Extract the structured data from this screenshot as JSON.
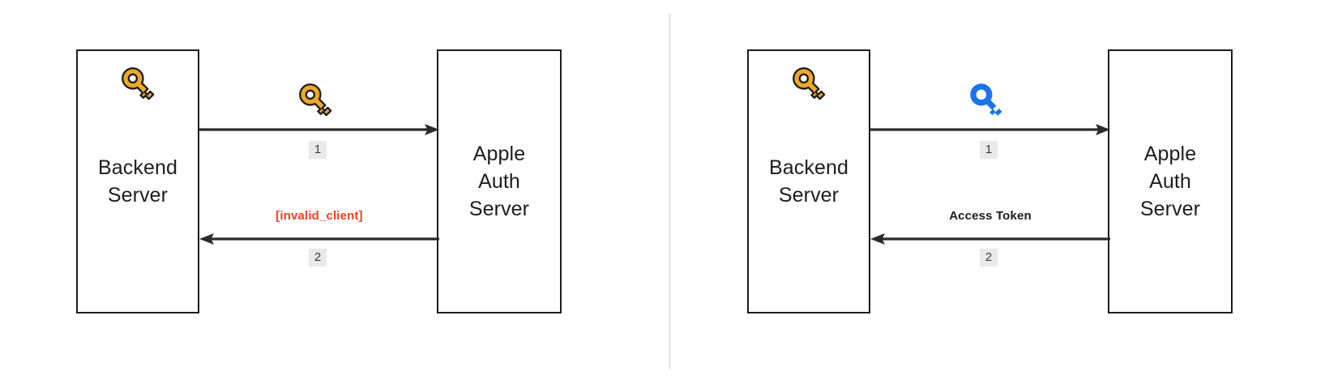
{
  "diagram": {
    "title": "Apple Auth Server token exchange — failure vs success",
    "type": "sequence-flow",
    "background_color": "#ffffff",
    "divider_color": "#e8e8e8",
    "stroke_color": "#1d1d1d",
    "badge_background": "#e9e9e9",
    "key_gold_color": "#eda929",
    "key_blue_color": "#1a73e8",
    "error_text_color": "#f03f21"
  },
  "panels": [
    {
      "id": "failure",
      "nodes": {
        "left": {
          "label": "Backend\nServer",
          "icon": "key-icon-gold"
        },
        "right": {
          "label": "Apple\nAuth\nServer"
        }
      },
      "arrows": [
        {
          "id": "request",
          "direction": "right",
          "badge": "1",
          "text_label": "",
          "icon": "key-icon-gold",
          "icon_color": "#eda929"
        },
        {
          "id": "response",
          "direction": "left",
          "badge": "2",
          "text_label": "[invalid_client]",
          "text_color": "#f03f21",
          "icon": ""
        }
      ]
    },
    {
      "id": "success",
      "nodes": {
        "left": {
          "label": "Backend\nServer",
          "icon": "key-icon-gold"
        },
        "right": {
          "label": "Apple\nAuth\nServer"
        }
      },
      "arrows": [
        {
          "id": "request",
          "direction": "right",
          "badge": "1",
          "text_label": "",
          "icon": "key-icon-blue",
          "icon_color": "#1a73e8"
        },
        {
          "id": "response",
          "direction": "left",
          "badge": "2",
          "text_label": "Access Token",
          "text_color": "#1d1d1d",
          "icon": ""
        }
      ]
    }
  ]
}
